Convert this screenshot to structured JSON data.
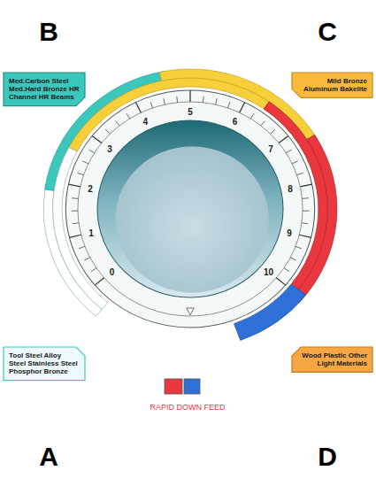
{
  "diagram": {
    "nodes": [
      {
        "text": [
          "Med.Carbon Steel Med.Hard Bronze HR Channel HR Beams"
        ]
      },
      {
        "text": [
          "Mild Bronze Aluminum Bakelite"
        ]
      },
      {
        "text": [
          "Tool Steel Alloy Steel Stainless Steel Phosphor Bronze"
        ]
      },
      {
        "text": [
          "Wood Plastic Other Light Materials"
        ]
      }
    ],
    "labels": [
      "B",
      "C",
      "A",
      "D",
      "0",
      "1",
      "2",
      "3",
      "4",
      "5",
      "6",
      "7",
      "8",
      "9",
      "10",
      "RAPID DOWN FEED"
    ]
  }
}
